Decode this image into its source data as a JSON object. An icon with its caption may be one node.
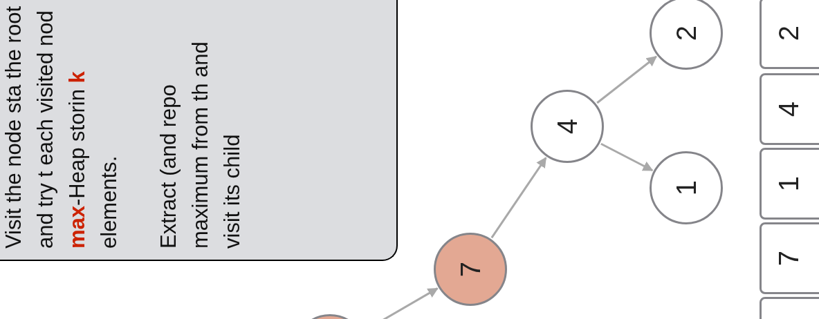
{
  "diagram": {
    "nodes": [
      {
        "text": [
          "Visit the node sta the root and try t each visited nod **max**-Heap storin **k** elements.",
          "Extract (and repo maximum from th and visit its child"
        ]
      },
      {
        "text": [
          "2"
        ]
      },
      {
        "text": [
          "4"
        ]
      },
      {
        "text": [
          "1"
        ]
      },
      {
        "text": [
          "7"
        ]
      },
      {
        "text": [],
        "shape": "circle"
      },
      {
        "text": [
          "2"
        ]
      },
      {
        "text": [
          "4"
        ]
      },
      {
        "text": [
          "1"
        ]
      },
      {
        "text": [
          "7"
        ]
      },
      {
        "text": [],
        "shape": "box"
      }
    ],
    "edges": [
      {
        "from": 5,
        "to": 4,
        "arrow": "to"
      },
      {
        "from": 4,
        "to": 2,
        "arrow": "to"
      },
      {
        "from": 2,
        "to": 1,
        "arrow": "to"
      },
      {
        "from": 2,
        "to": 3,
        "arrow": "to"
      }
    ]
  }
}
